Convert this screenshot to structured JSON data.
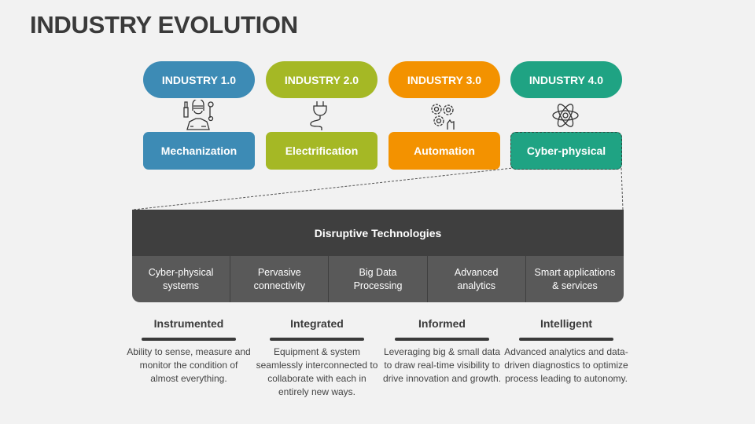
{
  "title": "INDUSTRY EVOLUTION",
  "colors": {
    "industry1": "#3d8bb5",
    "industry2": "#a5b825",
    "industry3": "#f39200",
    "industry4": "#1fa383",
    "panel_header": "#3f3f3f",
    "panel_row": "#595959"
  },
  "stages": [
    {
      "label": "INDUSTRY 1.0",
      "icon": "mechanic-with-tools-icon",
      "name": "Mechanization"
    },
    {
      "label": "INDUSTRY 2.0",
      "icon": "electric-plug-icon",
      "name": "Electrification"
    },
    {
      "label": "INDUSTRY 3.0",
      "icon": "gears-with-hand-icon",
      "name": "Automation"
    },
    {
      "label": "INDUSTRY 4.0",
      "icon": "atom-icon",
      "name": "Cyber-physical"
    }
  ],
  "disruptive": {
    "title": "Disruptive Technologies",
    "items": [
      "Cyber-physical\nsystems",
      "Pervasive\nconnectivity",
      "Big Data\nProcessing",
      "Advanced\nanalytics",
      "Smart applications\n& services"
    ]
  },
  "qualities": [
    {
      "title": "Instrumented",
      "text": "Ability to sense, measure and monitor the condition of almost everything."
    },
    {
      "title": "Integrated",
      "text": "Equipment & system seamlessly interconnected to collaborate with each in entirely new ways."
    },
    {
      "title": "Informed",
      "text": "Leveraging big & small data to draw real-time visibility to drive innovation and growth."
    },
    {
      "title": "Intelligent",
      "text": "Advanced analytics and data-driven diagnostics to optimize process leading to autonomy."
    }
  ]
}
